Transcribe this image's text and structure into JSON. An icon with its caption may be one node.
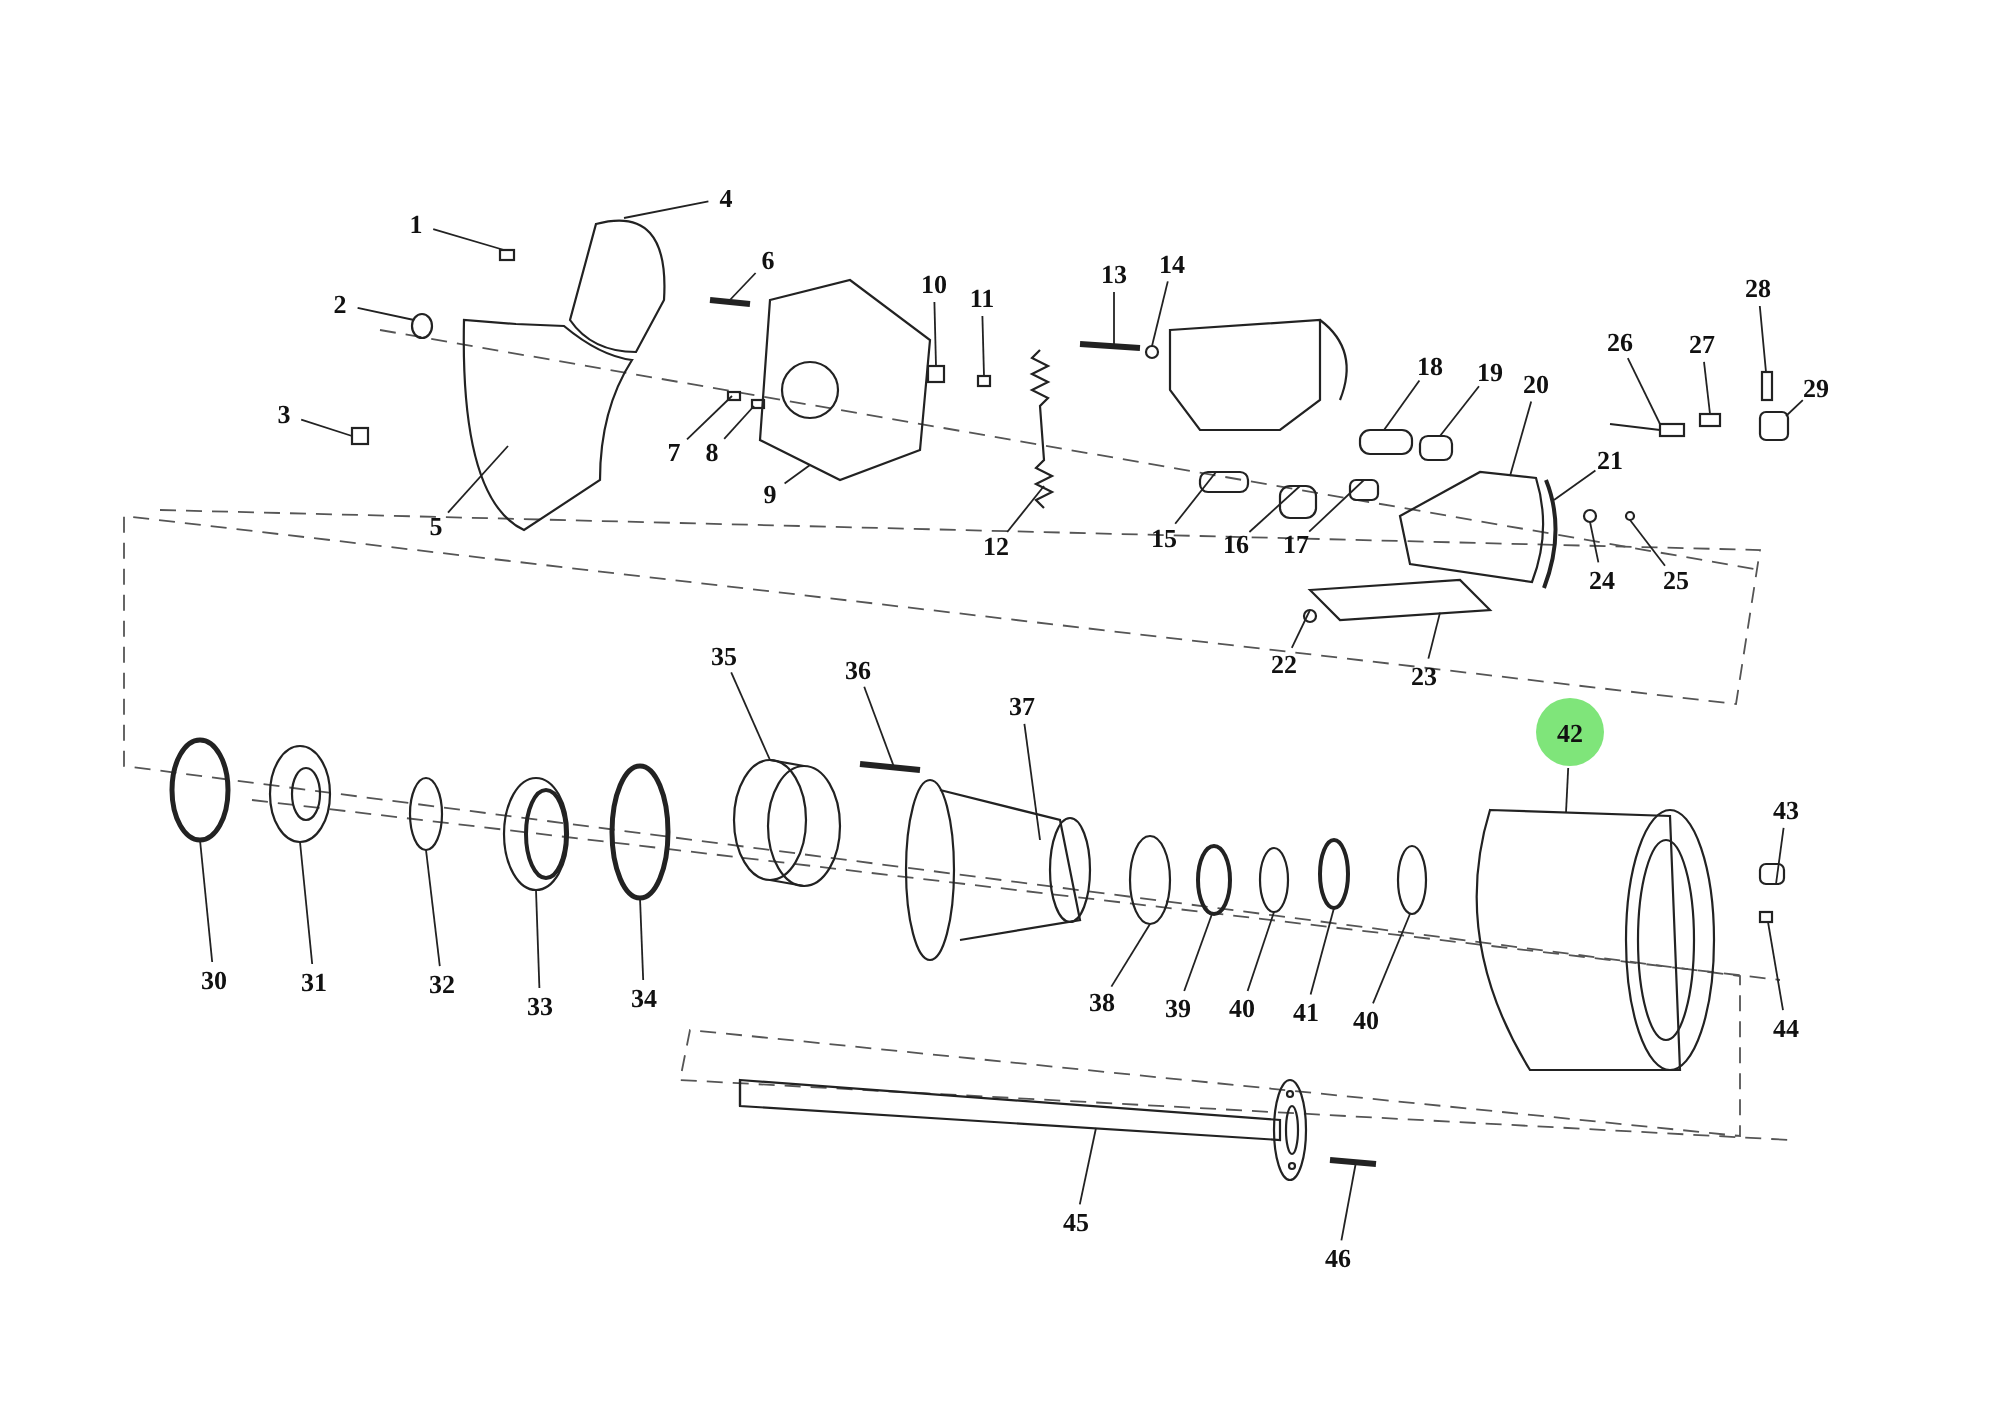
{
  "diagram": {
    "nodes": [
      {
        "text": [
          "1"
        ]
      },
      {
        "text": [
          "2"
        ]
      },
      {
        "text": [
          "3"
        ]
      },
      {
        "text": [
          "4"
        ]
      },
      {
        "text": [
          "5"
        ]
      },
      {
        "text": [
          "6"
        ]
      },
      {
        "text": [
          "7"
        ]
      },
      {
        "text": [
          "8"
        ]
      },
      {
        "text": [
          "9"
        ]
      },
      {
        "text": [
          "10"
        ]
      },
      {
        "text": [
          "11"
        ]
      },
      {
        "text": [
          "12"
        ]
      },
      {
        "text": [
          "13"
        ]
      },
      {
        "text": [
          "14"
        ]
      },
      {
        "text": [
          "15"
        ]
      },
      {
        "text": [
          "16"
        ]
      },
      {
        "text": [
          "17"
        ]
      },
      {
        "text": [
          "18"
        ]
      },
      {
        "text": [
          "19"
        ]
      },
      {
        "text": [
          "20"
        ]
      },
      {
        "text": [
          "21"
        ]
      },
      {
        "text": [
          "22"
        ]
      },
      {
        "text": [
          "23"
        ]
      },
      {
        "text": [
          "24"
        ]
      },
      {
        "text": [
          "25"
        ]
      },
      {
        "text": [
          "26"
        ]
      },
      {
        "text": [
          "27"
        ]
      },
      {
        "text": [
          "28"
        ]
      },
      {
        "text": [
          "29"
        ]
      },
      {
        "text": [
          "30"
        ]
      },
      {
        "text": [
          "31"
        ]
      },
      {
        "text": [
          "32"
        ]
      },
      {
        "text": [
          "33"
        ]
      },
      {
        "text": [
          "34"
        ]
      },
      {
        "text": [
          "35"
        ]
      },
      {
        "text": [
          "36"
        ]
      },
      {
        "text": [
          "37"
        ]
      },
      {
        "text": [
          "38"
        ]
      },
      {
        "text": [
          "39"
        ]
      },
      {
        "text": [
          "40"
        ]
      },
      {
        "text": [
          "41"
        ]
      },
      {
        "text": [
          "40"
        ]
      },
      {
        "text": [
          "42"
        ]
      },
      {
        "text": [
          "43"
        ]
      },
      {
        "text": [
          "44"
        ]
      },
      {
        "text": [
          "45"
        ]
      },
      {
        "text": [
          "46"
        ]
      },
      {
        "text": [],
        "shape": "box"
      },
      {
        "text": [],
        "shape": "circle"
      },
      {
        "text": [],
        "shape": "box"
      },
      {
        "text": [],
        "shape": "picture"
      },
      {
        "text": [],
        "shape": "picture"
      },
      {
        "text": [],
        "shape": "picture"
      },
      {
        "text": [],
        "shape": "box"
      },
      {
        "text": [],
        "shape": "box"
      },
      {
        "text": [],
        "shape": "picture"
      },
      {
        "text": [],
        "shape": "box"
      },
      {
        "text": [],
        "shape": "box"
      },
      {
        "text": [],
        "shape": "picture"
      },
      {
        "text": [],
        "shape": "picture"
      },
      {
        "text": [],
        "shape": "circle"
      },
      {
        "text": [],
        "shape": "box"
      },
      {
        "text": [],
        "shape": "box"
      },
      {
        "text": [],
        "shape": "box"
      },
      {
        "text": [],
        "shape": "box"
      },
      {
        "text": [],
        "shape": "box"
      },
      {
        "text": [],
        "shape": "picture"
      },
      {
        "text": [],
        "shape": "picture"
      },
      {
        "text": [],
        "shape": "circle"
      },
      {
        "text": [],
        "shape": "picture"
      },
      {
        "text": [],
        "shape": "circle"
      },
      {
        "text": [],
        "shape": "circle"
      },
      {
        "text": [],
        "shape": "picture"
      },
      {
        "text": [],
        "shape": "box"
      },
      {
        "text": [],
        "shape": "box"
      },
      {
        "text": [],
        "shape": "box"
      },
      {
        "text": [],
        "shape": "circle"
      },
      {
        "text": [],
        "shape": "picture"
      },
      {
        "text": [],
        "shape": "circle"
      },
      {
        "text": [],
        "shape": "picture"
      },
      {
        "text": [],
        "shape": "circle"
      },
      {
        "text": [],
        "shape": "picture"
      },
      {
        "text": [],
        "shape": "picture"
      },
      {
        "text": [],
        "shape": "picture"
      },
      {
        "text": [],
        "shape": "circle"
      },
      {
        "text": [],
        "shape": "circle"
      },
      {
        "text": [],
        "shape": "circle"
      },
      {
        "text": [],
        "shape": "circle"
      },
      {
        "text": [],
        "shape": "circle"
      },
      {
        "text": [],
        "shape": "picture"
      },
      {
        "text": [],
        "shape": "box"
      },
      {
        "text": [],
        "shape": "box"
      },
      {
        "text": [],
        "shape": "picture"
      },
      {
        "text": [],
        "shape": "picture"
      }
    ],
    "edges": [
      {
        "from": 0,
        "to": 47,
        "arrow": "none"
      },
      {
        "from": 1,
        "to": 48,
        "arrow": "none"
      },
      {
        "from": 2,
        "to": 49,
        "arrow": "none"
      },
      {
        "from": 3,
        "to": 50,
        "arrow": "none"
      },
      {
        "from": 4,
        "to": 51,
        "arrow": "none"
      },
      {
        "from": 5,
        "to": 52,
        "arrow": "none"
      },
      {
        "from": 6,
        "to": 53,
        "arrow": "none"
      },
      {
        "from": 7,
        "to": 54,
        "arrow": "none"
      },
      {
        "from": 8,
        "to": 55,
        "arrow": "none"
      },
      {
        "from": 9,
        "to": 56,
        "arrow": "none"
      },
      {
        "from": 10,
        "to": 57,
        "arrow": "none"
      },
      {
        "from": 11,
        "to": 58,
        "arrow": "none"
      },
      {
        "from": 12,
        "to": 59,
        "arrow": "none"
      },
      {
        "from": 13,
        "to": 60,
        "arrow": "none"
      },
      {
        "from": 14,
        "to": 61,
        "arrow": "none"
      },
      {
        "from": 15,
        "to": 62,
        "arrow": "none"
      },
      {
        "from": 16,
        "to": 63,
        "arrow": "none"
      },
      {
        "from": 17,
        "to": 64,
        "arrow": "none"
      },
      {
        "from": 18,
        "to": 65,
        "arrow": "none"
      },
      {
        "from": 19,
        "to": 66,
        "arrow": "none"
      },
      {
        "from": 20,
        "to": 67,
        "arrow": "none"
      },
      {
        "from": 21,
        "to": 68,
        "arrow": "none"
      },
      {
        "from": 22,
        "to": 69,
        "arrow": "none"
      },
      {
        "from": 23,
        "to": 70,
        "arrow": "none"
      },
      {
        "from": 24,
        "to": 71,
        "arrow": "none"
      },
      {
        "from": 25,
        "to": 72,
        "arrow": "none"
      },
      {
        "from": 26,
        "to": 73,
        "arrow": "none"
      },
      {
        "from": 27,
        "to": 74,
        "arrow": "none"
      },
      {
        "from": 28,
        "to": 75,
        "arrow": "none"
      },
      {
        "from": 29,
        "to": 76,
        "arrow": "none"
      },
      {
        "from": 30,
        "to": 77,
        "arrow": "none"
      },
      {
        "from": 31,
        "to": 78,
        "arrow": "none"
      },
      {
        "from": 32,
        "to": 79,
        "arrow": "none"
      },
      {
        "from": 33,
        "to": 80,
        "arrow": "none"
      },
      {
        "from": 34,
        "to": 81,
        "arrow": "none"
      },
      {
        "from": 35,
        "to": 82,
        "arrow": "none"
      },
      {
        "from": 36,
        "to": 83,
        "arrow": "none"
      },
      {
        "from": 37,
        "to": 84,
        "arrow": "none"
      },
      {
        "from": 38,
        "to": 85,
        "arrow": "none"
      },
      {
        "from": 39,
        "to": 86,
        "arrow": "none"
      },
      {
        "from": 40,
        "to": 87,
        "arrow": "none"
      },
      {
        "from": 41,
        "to": 88,
        "arrow": "none"
      },
      {
        "from": 42,
        "to": 89,
        "arrow": "none"
      },
      {
        "from": 43,
        "to": 90,
        "arrow": "none"
      },
      {
        "from": 44,
        "to": 91,
        "arrow": "none"
      },
      {
        "from": 45,
        "to": 92,
        "arrow": "none"
      },
      {
        "from": 46,
        "to": 93,
        "arrow": "none"
      }
    ]
  }
}
